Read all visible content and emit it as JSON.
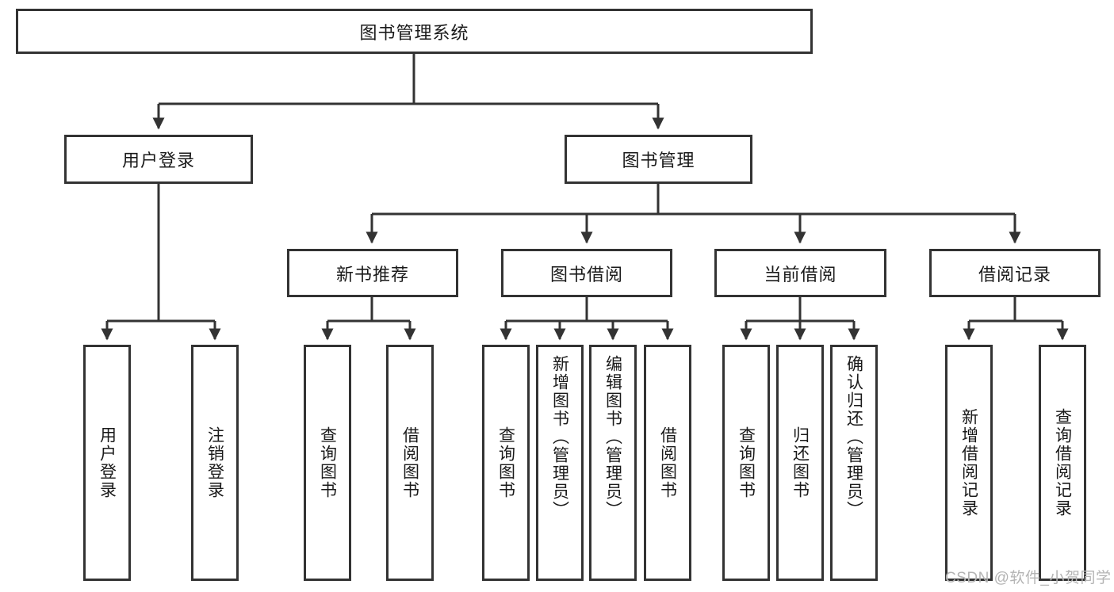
{
  "diagram": {
    "title": "图书管理系统",
    "type": "功能结构图",
    "root": {
      "label": "图书管理系统"
    },
    "level2": [
      {
        "label": "用户登录"
      },
      {
        "label": "图书管理"
      }
    ],
    "level3": [
      {
        "label": "新书推荐"
      },
      {
        "label": "图书借阅"
      },
      {
        "label": "当前借阅"
      },
      {
        "label": "借阅记录"
      }
    ],
    "leaves": {
      "user_login": [
        {
          "label": "用户登录"
        },
        {
          "label": "注销登录"
        }
      ],
      "new_book": [
        {
          "label": "查询图书"
        },
        {
          "label": "借阅图书"
        }
      ],
      "book_borrow": [
        {
          "label": "查询图书"
        },
        {
          "label": "新增图书（管理员）"
        },
        {
          "label": "编辑图书（管理员）"
        },
        {
          "label": "借阅图书"
        }
      ],
      "current_borrow": [
        {
          "label": "查询图书"
        },
        {
          "label": "归还图书"
        },
        {
          "label": "确认归还（管理员）"
        }
      ],
      "borrow_record": [
        {
          "label": "新增借阅记录"
        },
        {
          "label": "查询借阅记录"
        }
      ]
    }
  },
  "watermark": {
    "text": "CSDN @软件_小贺同学"
  },
  "colors": {
    "stroke": "#333333",
    "background": "#ffffff",
    "text": "#1a1a1a",
    "watermark": "#b4b4b4"
  }
}
